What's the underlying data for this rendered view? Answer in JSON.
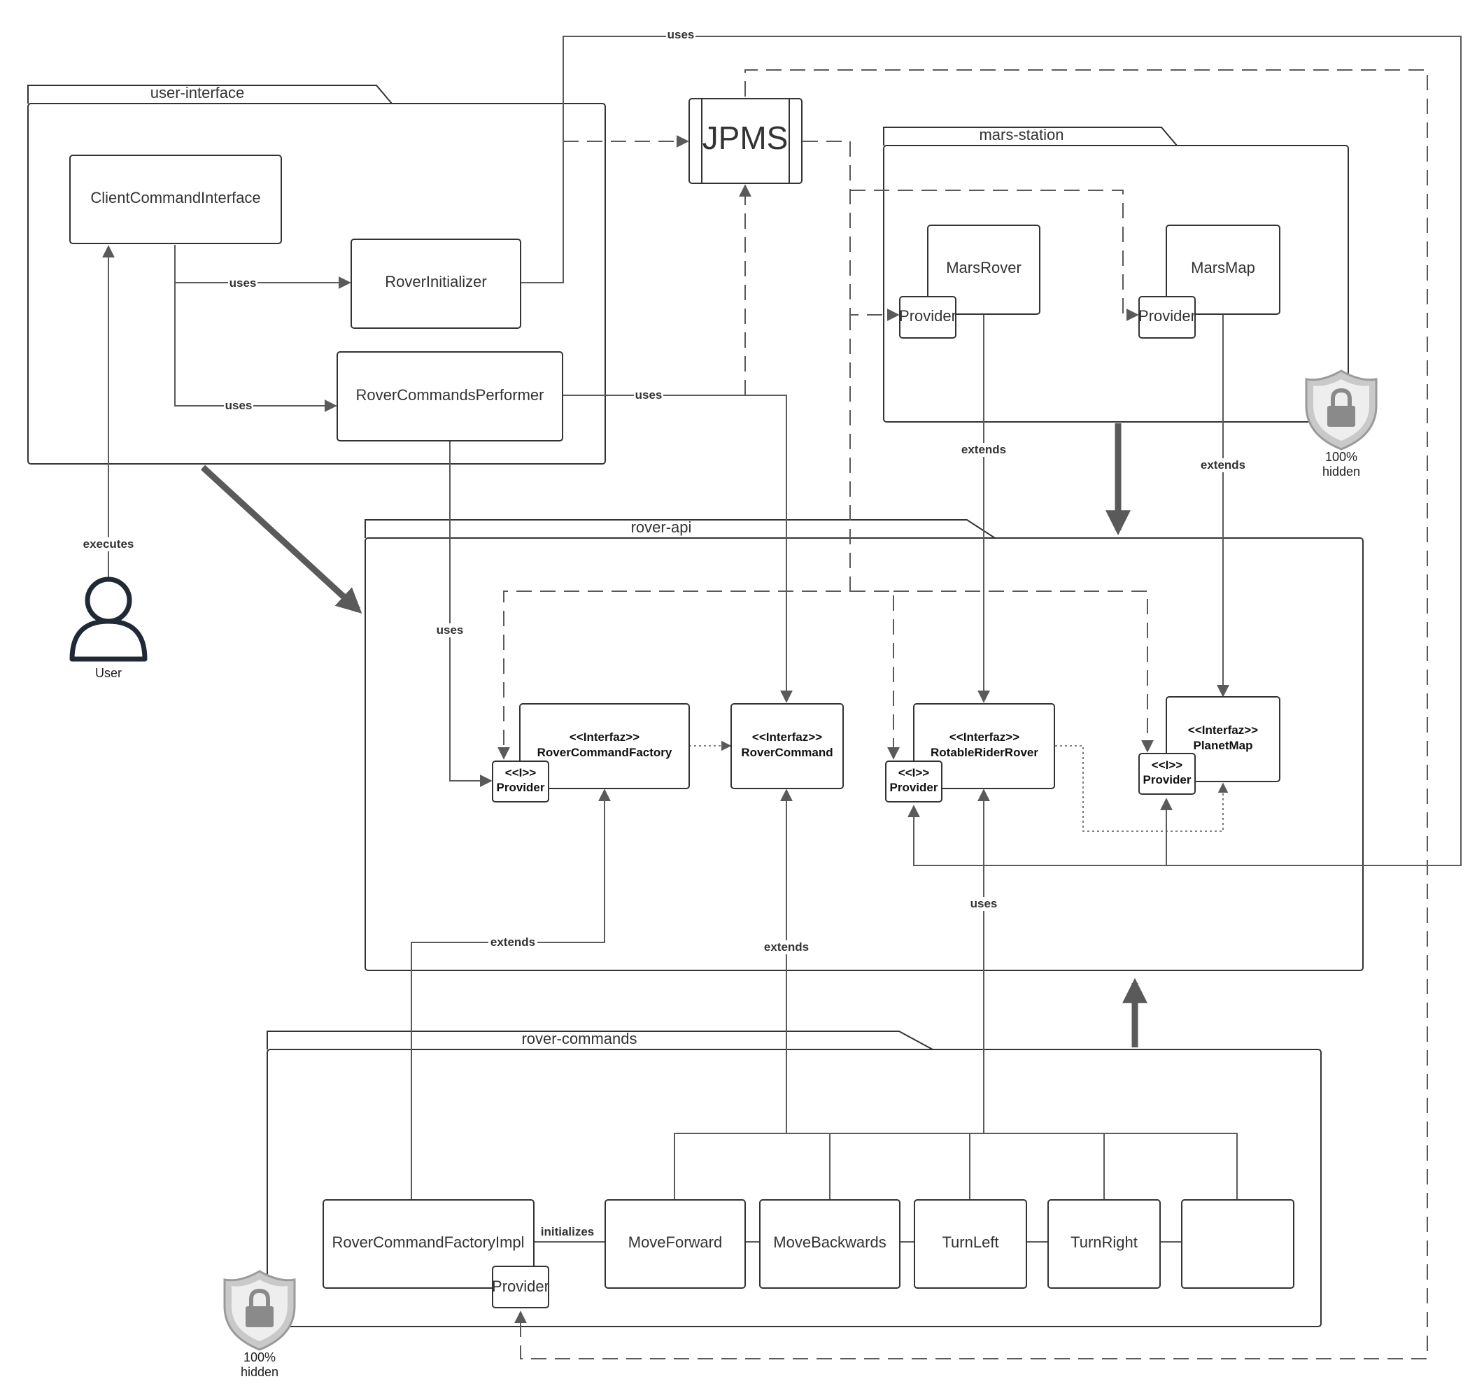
{
  "packages": {
    "user_interface": "user-interface",
    "mars_station": "mars-station",
    "rover_api": "rover-api",
    "rover_commands": "rover-commands"
  },
  "jpms": "JPMS",
  "components": {
    "client_command_interface": "ClientCommandInterface",
    "rover_initializer": "RoverInitializer",
    "rover_commands_performer": "RoverCommandsPerformer",
    "mars_rover": "MarsRover",
    "mars_map": "MarsMap",
    "rover_command_factory_impl": "RoverCommandFactoryImpl",
    "move_forward": "MoveForward",
    "move_backwards": "MoveBackwards",
    "turn_left": "TurnLeft",
    "turn_right": "TurnRight",
    "empty_box": ""
  },
  "interfaces": {
    "stereotype": "<<Interfaz>>",
    "rover_command_factory": "RoverCommandFactory",
    "rover_command": "RoverCommand",
    "rotable_rider_rover": "RotableRiderRover",
    "planet_map": "PlanetMap"
  },
  "ports": {
    "provider": "Provider",
    "i_stereotype": "<<I>>"
  },
  "edge_labels": {
    "uses": "uses",
    "extends": "extends",
    "executes": "executes",
    "initializes": "initializes"
  },
  "actor": {
    "label": "User"
  },
  "shields": {
    "percent": "100%",
    "hidden": "hidden"
  },
  "colors": {
    "line": "#5a5a5a",
    "box_stroke": "#333333",
    "shield": "#b8b8b8",
    "actor": "#1f2a36"
  }
}
